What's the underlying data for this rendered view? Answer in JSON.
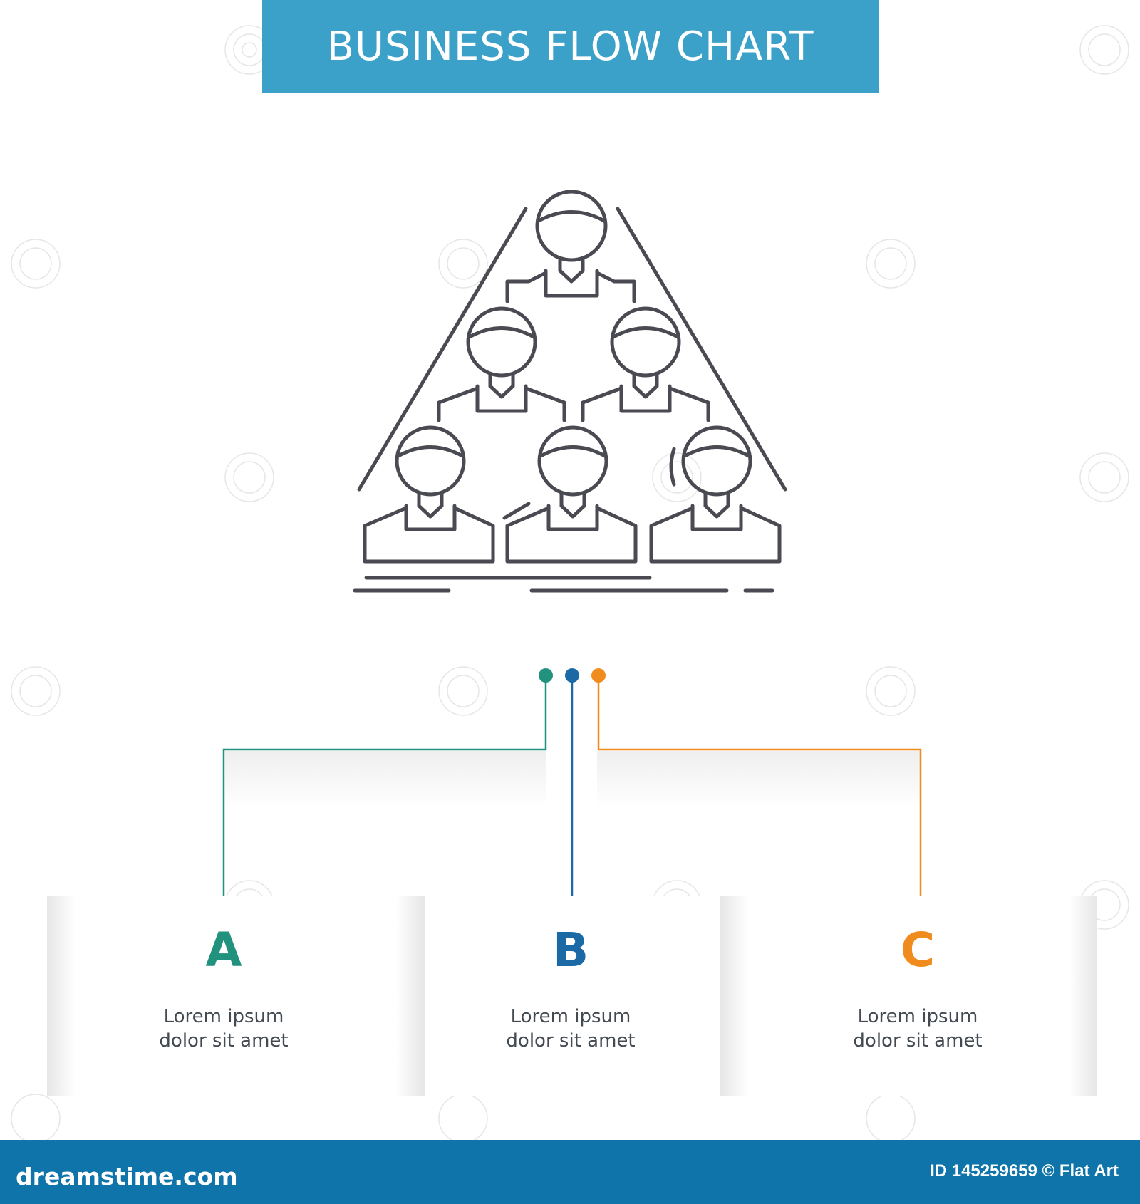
{
  "header": {
    "title": "BUSINESS FLOW CHART"
  },
  "colors": {
    "banner": "#3ba1c8",
    "a": "#21927d",
    "b": "#1b6aa6",
    "c": "#f08c1e",
    "line_art": "#4a4a52",
    "footer": "#0e74a9"
  },
  "illustration": {
    "icon": "team-pyramid-icon"
  },
  "steps": [
    {
      "letter": "A",
      "line1": "Lorem ipsum",
      "line2": "dolor sit amet"
    },
    {
      "letter": "B",
      "line1": "Lorem ipsum",
      "line2": "dolor sit amet"
    },
    {
      "letter": "C",
      "line1": "Lorem ipsum",
      "line2": "dolor sit amet"
    }
  ],
  "footer": {
    "brand": "dreamstime.com",
    "id_text": "ID 145259659 © Flat Art"
  }
}
